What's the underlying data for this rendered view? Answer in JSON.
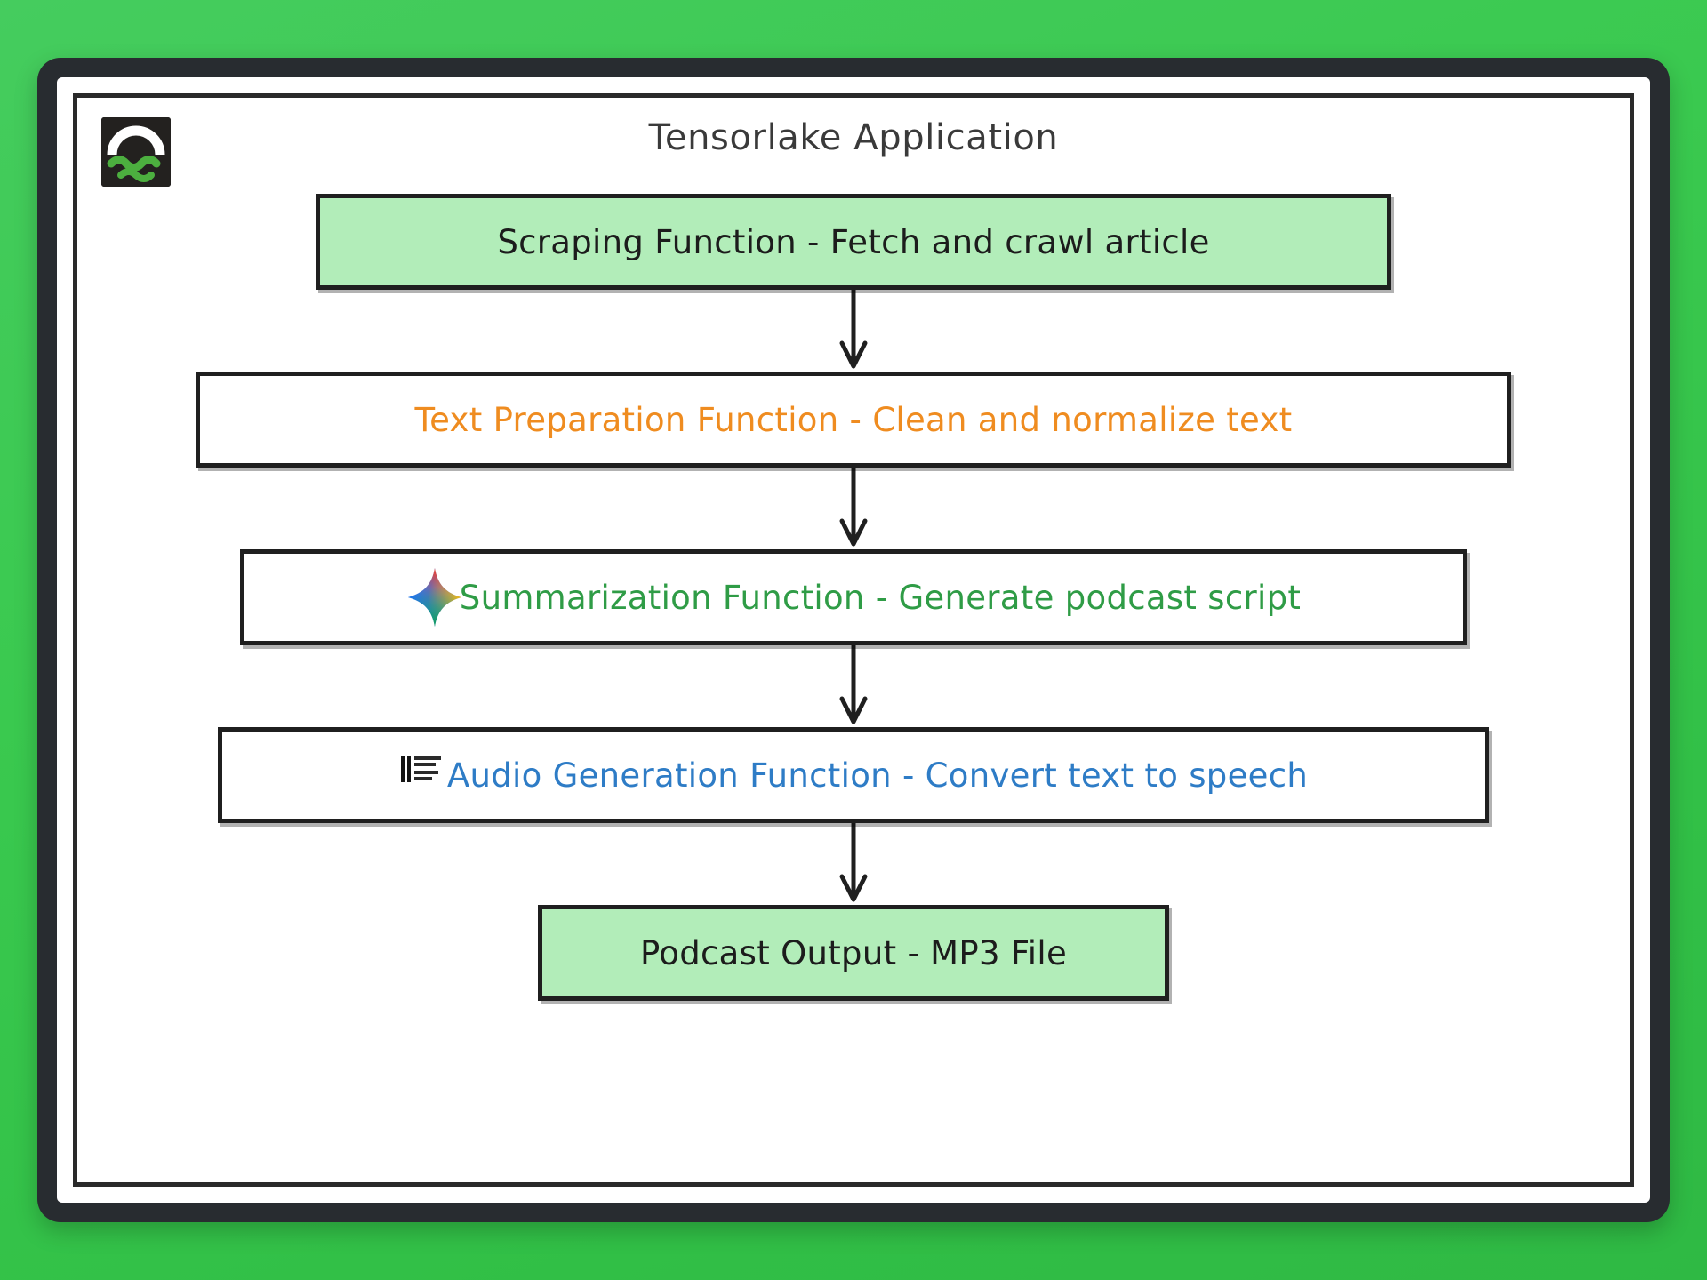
{
  "theme": {
    "background_green": "#3AC94F",
    "frame_dark": "#282C30",
    "canvas_white": "#FFFFFF",
    "node_fill_green": "#B2EDB9",
    "node_border": "#1F1F1F",
    "text_dark": "#1C1C1C",
    "text_orange": "#EF8C20",
    "text_green": "#2F9C46",
    "text_blue": "#2E7CC6"
  },
  "header": {
    "title": "Tensorlake Application",
    "logo_name": "tensorlake-logo"
  },
  "flow": {
    "type": "flowchart",
    "direction": "top-to-bottom",
    "nodes": [
      {
        "id": "scraping",
        "label": "Scraping Function - Fetch and crawl article",
        "fill": "#B2EDB9",
        "text_color": "#1C1C1C",
        "icon": null
      },
      {
        "id": "text-preparation",
        "label": "Text Preparation Function - Clean and normalize text",
        "fill": "#FFFFFF",
        "text_color": "#EF8C20",
        "icon": null
      },
      {
        "id": "summarization",
        "label": "Summarization Function - Generate podcast script",
        "fill": "#FFFFFF",
        "text_color": "#2F9C46",
        "icon": "gemini-sparkle-icon"
      },
      {
        "id": "audio-generation",
        "label": "Audio Generation Function - Convert text to speech",
        "fill": "#FFFFFF",
        "text_color": "#2E7CC6",
        "icon": "elevenlabs-logo-icon"
      },
      {
        "id": "podcast-output",
        "label": "Podcast Output - MP3 File",
        "fill": "#B2EDB9",
        "text_color": "#1C1C1C",
        "icon": null
      }
    ],
    "edges": [
      {
        "from": "scraping",
        "to": "text-preparation",
        "style": "arrow-down"
      },
      {
        "from": "text-preparation",
        "to": "summarization",
        "style": "arrow-down"
      },
      {
        "from": "summarization",
        "to": "audio-generation",
        "style": "arrow-down"
      },
      {
        "from": "audio-generation",
        "to": "podcast-output",
        "style": "arrow-down"
      }
    ]
  }
}
